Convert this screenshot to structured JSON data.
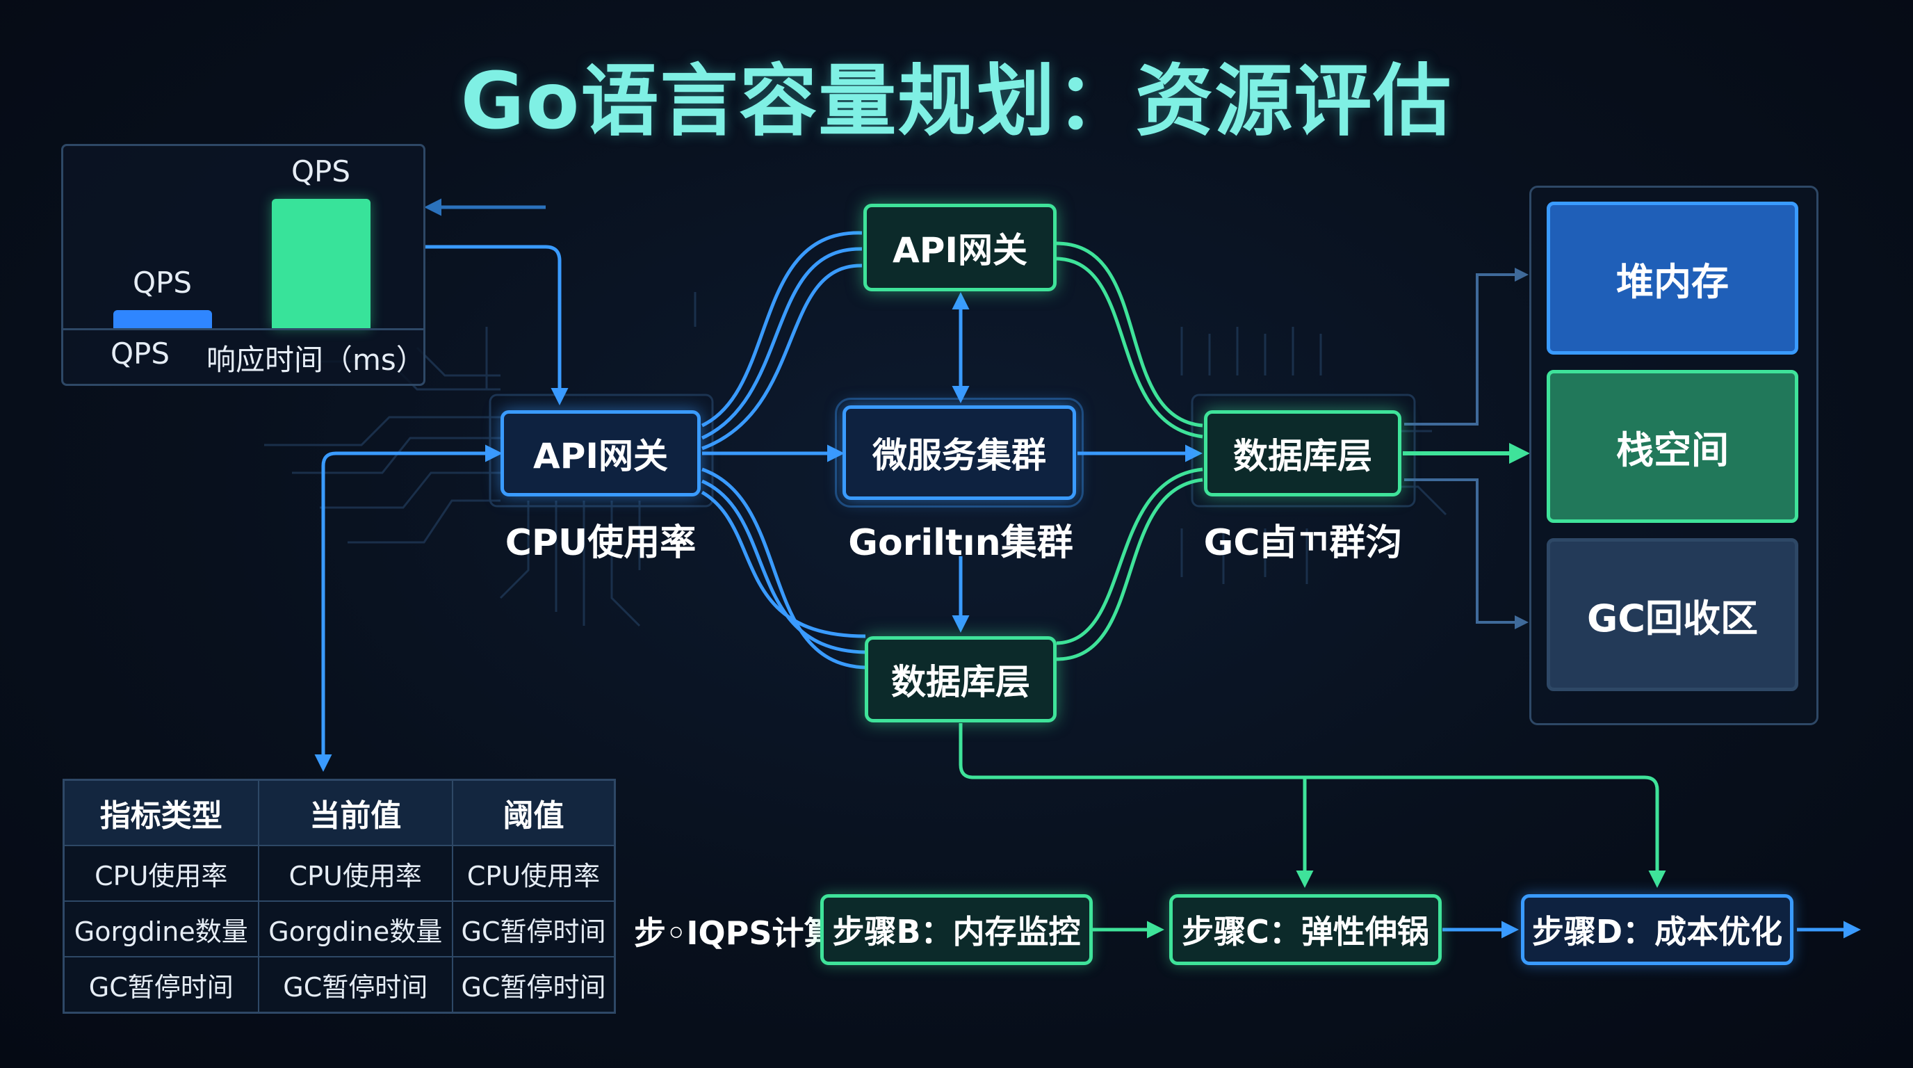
{
  "title": "Go语言容量规划：资源评估",
  "qps_chart": {
    "label_top": "QPS",
    "label_small": "QPS",
    "axis_left": "QPS",
    "axis_right": "响应时间（ms）",
    "colors": {
      "small_bar": "#2f86ff",
      "tall_bar": "#38e39a"
    }
  },
  "nodes": {
    "api_gateway_top": "API网关",
    "api_gateway_main": "API网关",
    "microservice_cluster": "微服务集群",
    "database_right": "数据库层",
    "database_bottom": "数据库层"
  },
  "node_captions": {
    "cpu_usage": "CPU使用率",
    "goroutine_cluster": "Goriltın集群",
    "gc_label": "GC卣ㄲ群汮"
  },
  "memory": {
    "heap": "堆内存",
    "stack": "栈空间",
    "gc_area": "GC回收区"
  },
  "table": {
    "headers": [
      "指标类型",
      "当前值",
      "阈值"
    ],
    "rows": [
      [
        "CPU使用率",
        "CPU使用率",
        "CPU使用率"
      ],
      [
        "Gorgdine数量",
        "Gorgdine数量",
        "GC暂停时间"
      ],
      [
        "GC暂停时间",
        "GC暂停时间",
        "GC暂停时间"
      ]
    ]
  },
  "steps": {
    "a": "步◦IQPS计算",
    "b": "步骤B：内存监控",
    "c": "步骤C：弹性伸锅",
    "d": "步骤D：成本优化"
  },
  "colors": {
    "blue": "#3a9bff",
    "green": "#3fe39a",
    "title": "#7ff0e4"
  }
}
